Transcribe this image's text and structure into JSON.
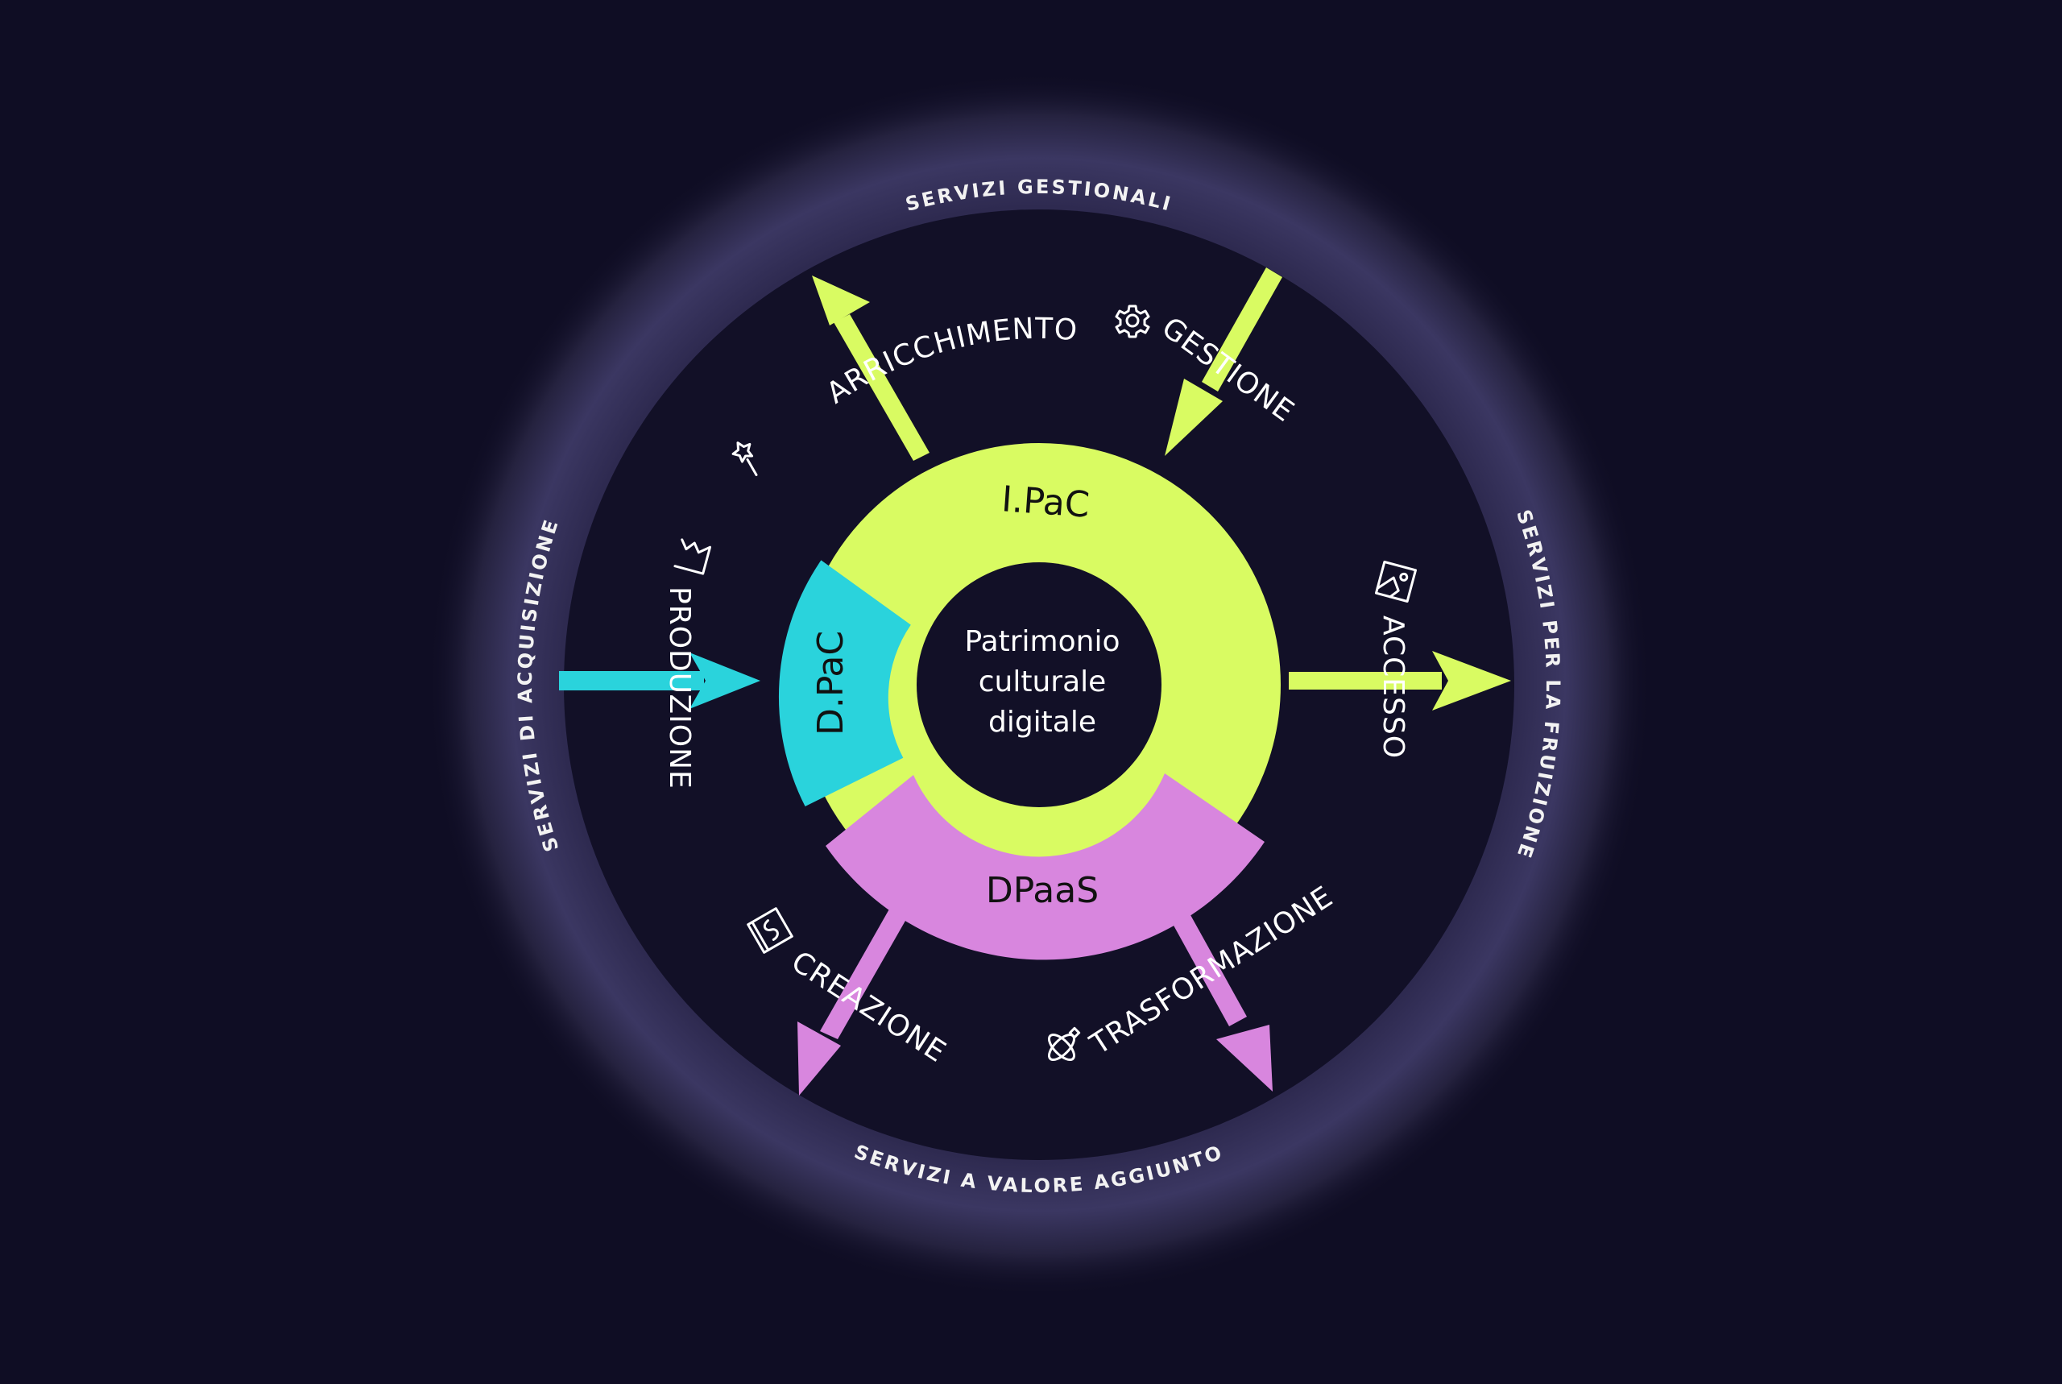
{
  "colors": {
    "background": "#0f0d24",
    "disc": "#121027",
    "halo": "#3a365e",
    "ipac": "#d9fb62",
    "dpac": "#2ad3dc",
    "dpaas": "#d886de",
    "text": "#ffffff"
  },
  "core": {
    "lines": [
      "Patrimonio",
      "culturale",
      "digitale"
    ]
  },
  "segments": {
    "ipac": "I.PaC",
    "dpac": "D.PaC",
    "dpaas": "DPaaS"
  },
  "service_areas": {
    "top": "SERVIZI GESTIONALI",
    "right": "SERVIZI PER LA FRUIZIONE",
    "bottom": "SERVIZI A VALORE AGGIUNTO",
    "left": "SERVIZI DI ACQUISIZIONE"
  },
  "flows": [
    {
      "id": "arricchimento",
      "label": "ARRICCHIMENTO",
      "icon": "magic-wand-icon",
      "direction": "outward",
      "segment": "ipac"
    },
    {
      "id": "gestione",
      "label": "GESTIONE",
      "icon": "gear-icon",
      "direction": "inward",
      "segment": "ipac"
    },
    {
      "id": "accesso",
      "label": "ACCESSO",
      "icon": "image-icon",
      "direction": "outward",
      "segment": "ipac"
    },
    {
      "id": "produzione",
      "label": "PRODUZIONE",
      "icon": "crown-box-icon",
      "direction": "inward",
      "segment": "dpac"
    },
    {
      "id": "creazione",
      "label": "CREAZIONE",
      "icon": "book-icon",
      "direction": "outward",
      "segment": "dpaas"
    },
    {
      "id": "trasformazione",
      "label": "TRASFORMAZIONE",
      "icon": "orbit-icon",
      "direction": "outward",
      "segment": "dpaas"
    }
  ]
}
